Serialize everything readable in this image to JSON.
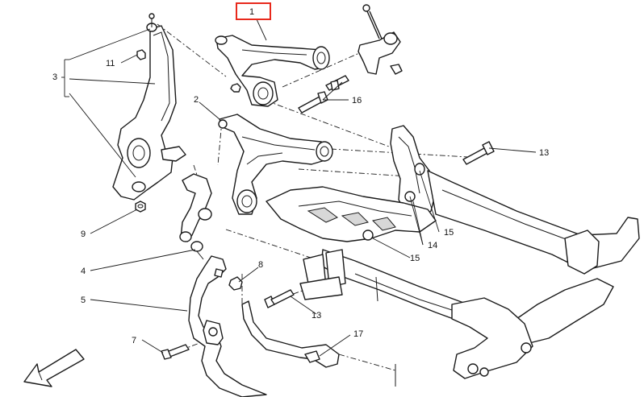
{
  "diagram": {
    "highlight_color": "#e8291c",
    "line_color": "#1a1a1a",
    "highlighted_callout": "1",
    "callouts": {
      "c1": "1",
      "c2": "2",
      "c3": "3",
      "c4": "4",
      "c5": "5",
      "c7": "7",
      "c8": "8",
      "c9": "9",
      "c11": "11",
      "c13a": "13",
      "c13b": "13",
      "c14": "14",
      "c15a": "15",
      "c15b": "15",
      "c16": "16",
      "c17": "17"
    },
    "orientation_arrow": "front-direction-arrow-icon"
  }
}
